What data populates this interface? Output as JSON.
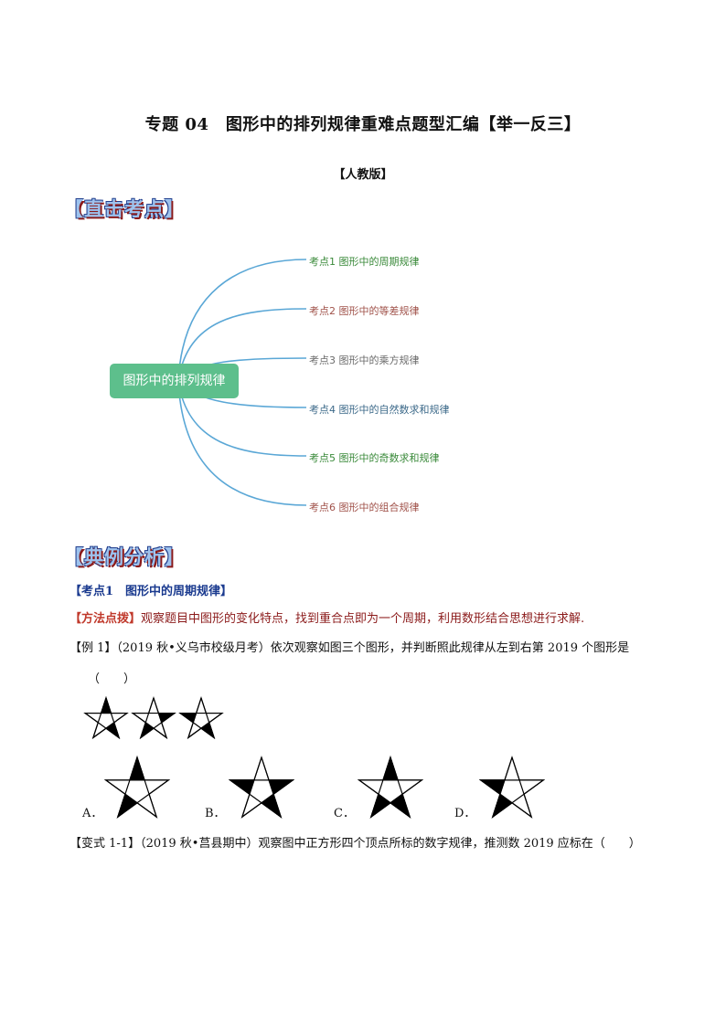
{
  "doc": {
    "title": "专题 04　图形中的排列规律重难点题型汇编【举一反三】",
    "subtitle": "【人教版】",
    "section1": "【直击考点】",
    "section2": "【典例分析】"
  },
  "mindmap": {
    "root": "图形中的排列规律",
    "branches": [
      "考点1 图形中的周期规律",
      "考点2 图形中的等差规律",
      "考点3 图形中的乘方规律",
      "考点4 图形中的自然数求和规律",
      "考点5 图形中的奇数求和规律",
      "考点6 图形中的组合规律"
    ]
  },
  "content": {
    "kaodian1": "【考点1　图形中的周期规律】",
    "method_label": "【方法点拨】",
    "method_text": "观察题目中图形的变化特点，找到重合点即为一个周期，利用数形结合思想进行求解.",
    "example1": "【例 1】（2019 秋•义乌市校级月考）依次观察如图三个图形，并判断照此规律从左到右第 2019 个图形是",
    "example1_paren": "（　　）",
    "options": [
      "A．",
      "B．",
      "C．",
      "D．"
    ],
    "variant": "【变式 1-1】（2019 秋•莒县期中）观察图中正方形四个顶点所标的数字规律，推测数 2019 应标在（　　）"
  }
}
